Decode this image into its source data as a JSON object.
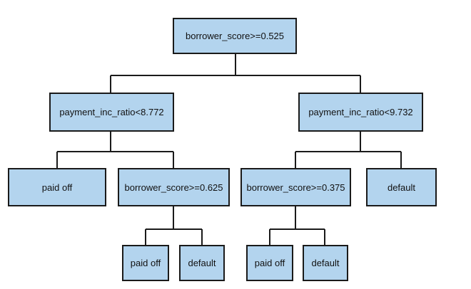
{
  "tree": {
    "root": "borrower_score>=0.525",
    "left": {
      "condition": "payment_inc_ratio<8.772",
      "leaf_left": "paid off",
      "split": "borrower_score>=0.625",
      "split_leaf_left": "paid off",
      "split_leaf_right": "default"
    },
    "right": {
      "condition": "payment_inc_ratio<9.732",
      "split": "borrower_score>=0.375",
      "split_leaf_left": "paid off",
      "split_leaf_right": "default",
      "leaf_right": "default"
    }
  },
  "colors": {
    "node_fill": "#b3d4ee",
    "node_border": "#1a1a1a",
    "edge": "#1a1a1a"
  }
}
